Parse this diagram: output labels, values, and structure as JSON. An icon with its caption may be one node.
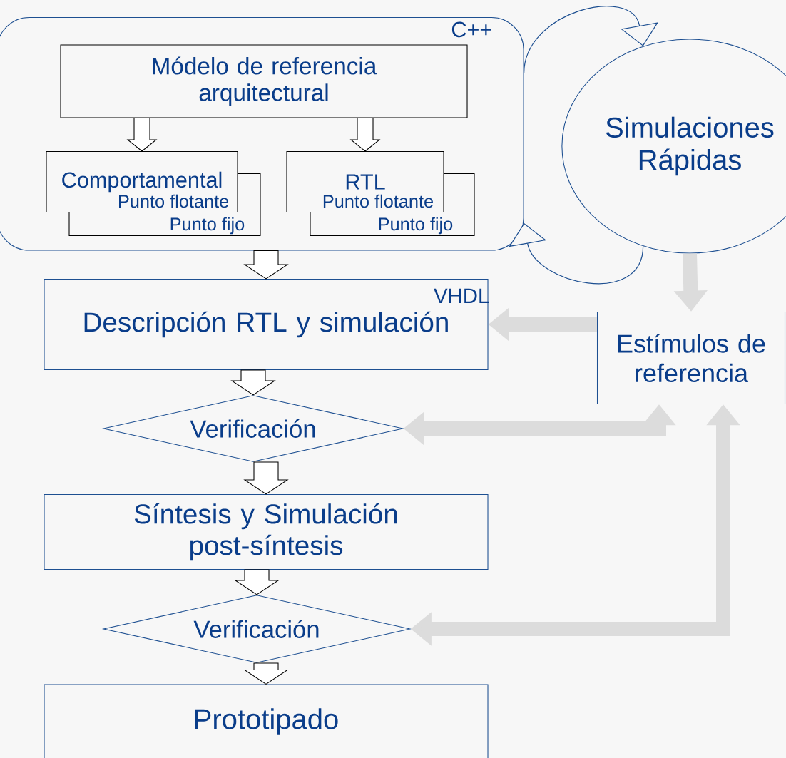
{
  "diagram": {
    "nodes": [
      {
        "text": [
          "C++"
        ]
      },
      {
        "text": [
          "Módelo de referencia arquitectural"
        ],
        "in": 0
      },
      {
        "text": [
          "Comportamental",
          "Punto flotante"
        ],
        "in": 0
      },
      {
        "text": [
          "Punto fijo"
        ],
        "in": 0
      },
      {
        "text": [
          "RTL",
          "Punto flotante"
        ],
        "in": 0
      },
      {
        "text": [
          "Punto fijo"
        ],
        "in": 0
      },
      {
        "text": [
          "Simulaciones Rápidas"
        ]
      },
      {
        "text": [
          "VHDL",
          "Descripción RTL y simulación"
        ]
      },
      {
        "text": [
          "Estímulos de referencia"
        ]
      },
      {
        "text": [
          "Verificación"
        ]
      },
      {
        "text": [
          "Síntesis y Simulación post-síntesis"
        ]
      },
      {
        "text": [
          "Verificación"
        ]
      },
      {
        "text": [
          "Prototipado"
        ]
      }
    ],
    "edges": [
      {
        "from": 1,
        "to": 2,
        "arrow": "to"
      },
      {
        "from": 1,
        "to": 4,
        "arrow": "to"
      },
      {
        "from": 0,
        "to": 7,
        "arrow": "to"
      },
      {
        "from": 7,
        "to": 9,
        "arrow": "to"
      },
      {
        "from": 9,
        "to": 10,
        "arrow": "to"
      },
      {
        "from": 10,
        "to": 11,
        "arrow": "to"
      },
      {
        "from": 11,
        "to": 12,
        "arrow": "to"
      },
      {
        "from": 0,
        "to": 6,
        "arrow": "to",
        "color": "#1d4f91"
      },
      {
        "from": 6,
        "to": 0,
        "arrow": "to",
        "color": "#1d4f91"
      },
      {
        "from": 6,
        "to": 8,
        "arrow": "to",
        "color": "#dcdcdc"
      },
      {
        "from": 8,
        "to": 7,
        "arrow": "to",
        "color": "#dcdcdc"
      },
      {
        "from": 8,
        "to": 9,
        "arrow": "both",
        "color": "#dcdcdc"
      },
      {
        "from": 8,
        "to": 11,
        "arrow": "both",
        "color": "#dcdcdc"
      }
    ]
  }
}
